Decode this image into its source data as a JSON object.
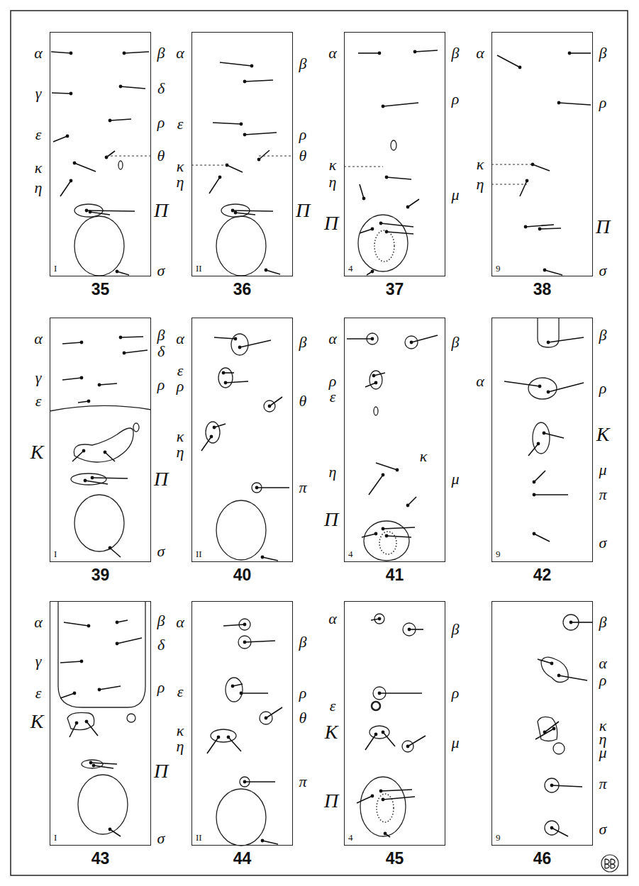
{
  "diagram": {
    "nodes": [
      {
        "text": [
          "I",
          "35"
        ]
      },
      {
        "text": [
          "II",
          "36"
        ]
      },
      {
        "text": [
          "4",
          "37"
        ]
      },
      {
        "text": [
          "9",
          "38"
        ]
      },
      {
        "text": [
          "I",
          "39"
        ]
      },
      {
        "text": [
          "II",
          "40"
        ]
      },
      {
        "text": [
          "4",
          "41"
        ]
      },
      {
        "text": [
          "9",
          "42"
        ]
      },
      {
        "text": [
          "I",
          "43"
        ]
      },
      {
        "text": [
          "II",
          "44"
        ]
      },
      {
        "text": [
          "4",
          "45"
        ]
      },
      {
        "text": [
          "9",
          "46"
        ]
      }
    ],
    "labels": [
      "α",
      "β",
      "γ",
      "δ",
      "ρ",
      "ε",
      "θ",
      "κ",
      "η",
      "Π",
      "σ",
      "α",
      "β",
      "ε",
      "ρ",
      "θ",
      "κ",
      "η",
      "Π",
      "α",
      "β",
      "ρ",
      "κ",
      "η",
      "μ",
      "Π",
      "α",
      "β",
      "ρ",
      "κ",
      "η",
      "Π",
      "σ",
      "α",
      "β",
      "δ",
      "γ",
      "ρ",
      "ε",
      "K",
      "Π",
      "σ",
      "α",
      "β",
      "ε",
      "ρ",
      "θ",
      "κ",
      "η",
      "π",
      "α",
      "β",
      "ρ",
      "ε",
      "κ",
      "η",
      "μ",
      "Π",
      "β",
      "α",
      "ρ",
      "K",
      "μ",
      "π",
      "σ",
      "α",
      "β",
      "δ",
      "γ",
      "ρ",
      "ε",
      "K",
      "Π",
      "σ",
      "α",
      "β",
      "ε",
      "ρ",
      "θ",
      "κ",
      "η",
      "π",
      "α",
      "β",
      "ρ",
      "ε",
      "K",
      "μ",
      "Π",
      "β",
      "α",
      "ρ",
      "κ",
      "η",
      "μ",
      "π",
      "σ"
    ]
  }
}
